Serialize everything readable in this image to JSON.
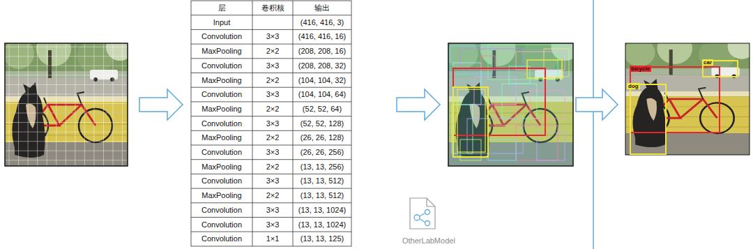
{
  "diagram": {
    "nodes": [
      {
        "text": [
          "bicycle"
        ]
      },
      {
        "text": [
          "car"
        ]
      },
      {
        "text": [
          "dog"
        ]
      }
    ],
    "labels": [
      "层",
      "卷积核",
      "输出",
      "Input",
      "(416, 416, 3)",
      "Convolution",
      "3×3",
      "(416, 416, 16)",
      "MaxPooling",
      "2×2",
      "(208, 208, 16)",
      "Convolution",
      "3×3",
      "(208, 208, 32)",
      "MaxPooling",
      "2×2",
      "(104, 104, 32)",
      "Convolution",
      "3×3",
      "(104, 104, 64)",
      "MaxPooling",
      "2×2",
      "(52, 52, 64)",
      "Convolution",
      "3×3",
      "(52, 52, 128)",
      "MaxPooling",
      "2×2",
      "(26, 26, 128)",
      "Convolution",
      "3×3",
      "(26, 26, 256)",
      "MaxPooling",
      "2×2",
      "(13, 13, 256)",
      "Convolution",
      "3×3",
      "(13, 13, 512)",
      "MaxPooling",
      "2×2",
      "(13, 13, 512)",
      "Convolution",
      "3×3",
      "(13, 13, 1024)",
      "Convolution",
      "3×3",
      "(13, 13, 1024)",
      "Convolution",
      "1×1",
      "(13, 13, 125)",
      "OtherLabModel"
    ]
  }
}
